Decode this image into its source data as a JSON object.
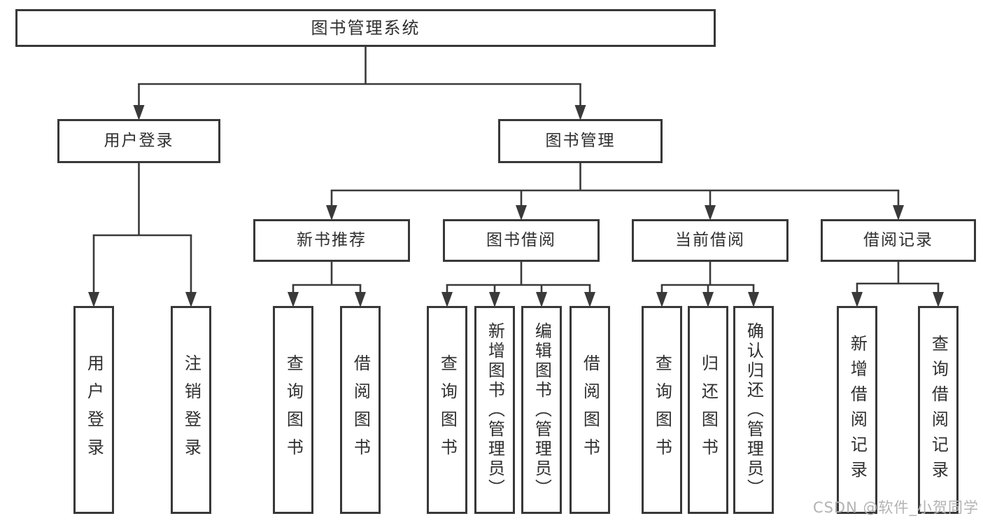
{
  "diagram": {
    "title": "图书管理系统",
    "watermark": "CSDN @软件_小贺同学",
    "colors": {
      "line": "#3a3a3a",
      "box_border": "#383838",
      "text": "#2f2f2f",
      "watermark": "#b3b3b3",
      "background": "#ffffff"
    },
    "nodes": [
      {
        "id": "root",
        "label": "图书管理系统",
        "parent": null
      },
      {
        "id": "login",
        "label": "用户登录",
        "parent": "root"
      },
      {
        "id": "bookMgmt",
        "label": "图书管理",
        "parent": "root"
      },
      {
        "id": "userLogin",
        "label": "用户登录",
        "parent": "login"
      },
      {
        "id": "logout",
        "label": "注销登录",
        "parent": "login"
      },
      {
        "id": "newBooks",
        "label": "新书推荐",
        "parent": "bookMgmt"
      },
      {
        "id": "borrow",
        "label": "图书借阅",
        "parent": "bookMgmt"
      },
      {
        "id": "current",
        "label": "当前借阅",
        "parent": "bookMgmt"
      },
      {
        "id": "records",
        "label": "借阅记录",
        "parent": "bookMgmt"
      },
      {
        "id": "q1",
        "label": "查询图书",
        "parent": "newBooks"
      },
      {
        "id": "b1",
        "label": "借阅图书",
        "parent": "newBooks"
      },
      {
        "id": "q2",
        "label": "查询图书",
        "parent": "borrow"
      },
      {
        "id": "add",
        "label": "新增图书（管理员）",
        "parent": "borrow"
      },
      {
        "id": "edit",
        "label": "编辑图书（管理员）",
        "parent": "borrow"
      },
      {
        "id": "b2",
        "label": "借阅图书",
        "parent": "borrow"
      },
      {
        "id": "q3",
        "label": "查询图书",
        "parent": "current"
      },
      {
        "id": "ret",
        "label": "归还图书",
        "parent": "current"
      },
      {
        "id": "confirm",
        "label": "确认归还（管理员）",
        "parent": "current"
      },
      {
        "id": "addRec",
        "label": "新增借阅记录",
        "parent": "records"
      },
      {
        "id": "qRec",
        "label": "查询借阅记录",
        "parent": "records"
      }
    ]
  }
}
